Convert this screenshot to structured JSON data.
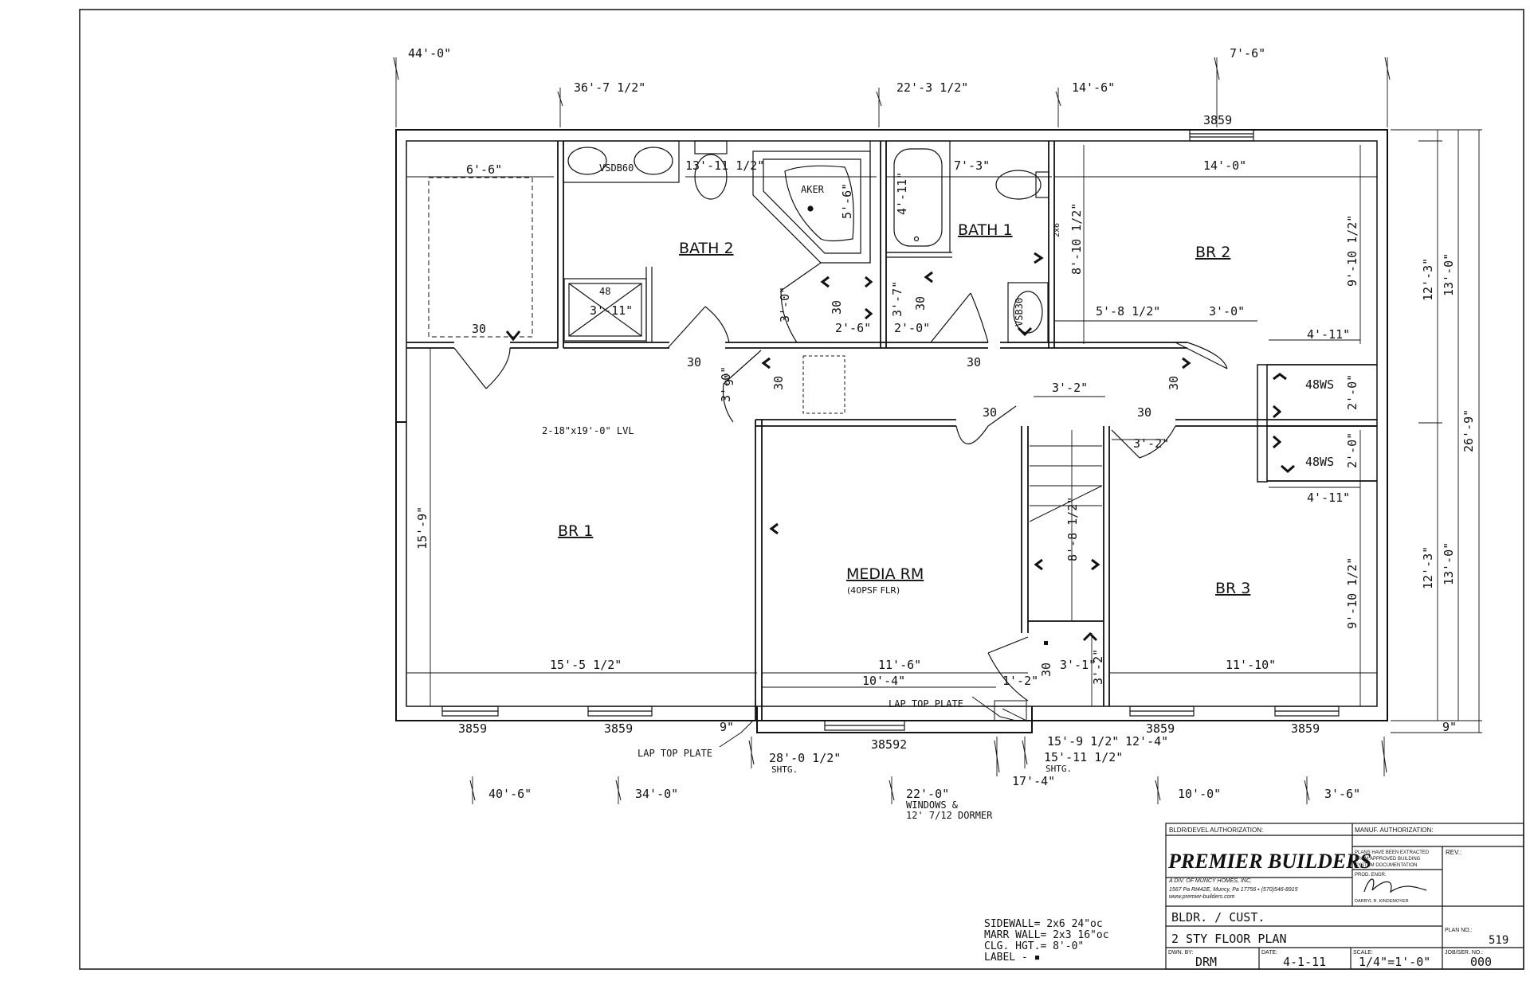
{
  "top_dims": {
    "d1": "44'-0\"",
    "d2": "7'-6\"",
    "d3": "36'-7 1/2\"",
    "d4": "22'-3 1/2\"",
    "d5": "14'-6\""
  },
  "bottom_dims": {
    "d1": "40'-6\"",
    "d2": "34'-0\"",
    "d3": "22'-0\"",
    "d3_note1": "WINDOWS &",
    "d3_note2": "12' 7/12 DORMER",
    "d4": "17'-4\"",
    "d5": "10'-0\"",
    "d6": "3'-6\"",
    "shtg1": "28'-0 1/2\"",
    "shtg1_note": "SHTG.",
    "shtg2a": "15'-9 1/2\"",
    "shtg2b": "15'-11 1/2\"",
    "shtg2_note": "SHTG.",
    "d7": "12'-4\""
  },
  "right_dims": {
    "r1": "12'-3\"",
    "r2": "13'-0\"",
    "r3": "26'-9\"",
    "r4": "12'-3\"",
    "r5": "13'-0\"",
    "r6": "9\""
  },
  "rooms": {
    "bath2": "BATH 2",
    "bath1": "BATH 1",
    "br2": "BR 2",
    "br1": "BR 1",
    "br3": "BR 3",
    "media": "MEDIA RM",
    "media_sub": "(40PSF FLR)"
  },
  "fixtures": {
    "vsdb60": "VSDB60",
    "aker": "AKER",
    "shower": "48",
    "vsb30": "VSB30",
    "ws1": "48WS",
    "ws2": "48WS",
    "lvl": "2-18\"x19'-0\" LVL",
    "x26": "2x6"
  },
  "windows": {
    "w_top": "3859",
    "w_b1": "3859",
    "w_b2": "3859",
    "w_b3": "38592",
    "w_b4": "3859",
    "w_b5": "3859"
  },
  "interior_dims": {
    "a": "6'-6\"",
    "b": "13'-11 1/2\"",
    "c": "5'-6\"",
    "d": "4'-11\"",
    "e": "7'-3\"",
    "f": "14'-0\"",
    "g": "3'-11\"",
    "h": "8'-10 1/2\"",
    "i": "9'-10 1/2\"",
    "j": "5'-8 1/2\"",
    "k": "3'-0\"",
    "l": "2'-6\"",
    "m": "2'-0\"",
    "n": "3'-0\"",
    "o": "3'-7\"",
    "p": "4'-11\"",
    "q": "3'-2\"",
    "r": "2'-0\"",
    "s": "3'-2\"",
    "t": "2'-0\"",
    "u": "4'-11\"",
    "v": "3'-0\"",
    "w": "15'-9\"",
    "x": "8'-8 1/2\"",
    "y": "9'-10 1/2\"",
    "z": "15'-5 1/2\"",
    "aa": "11'-6\"",
    "bb": "10'-4\"",
    "cc": "1'-2\"",
    "dd": "3'-1\"",
    "ee": "3'-2\"",
    "ff": "11'-10\"",
    "gg": "9\"",
    "hh": "9\""
  },
  "door_labels": {
    "d1": "30",
    "d2": "30",
    "d3": "30",
    "d4": "30",
    "d5": "30",
    "d6": "30",
    "d7": "30",
    "d8": "30",
    "d9": "30",
    "d10": "30",
    "d11": "30",
    "d12": "30"
  },
  "notes": {
    "lap1": "LAP TOP PLATE",
    "lap2": "LAP TOP PLATE"
  },
  "legend": {
    "sidewall": "SIDEWALL=  2x6 24\"oc",
    "marr": "MARR WALL= 2x3 16\"oc",
    "clg": "CLG. HGT.=  8'-0\"",
    "label": "LABEL - ▪"
  },
  "title_block": {
    "bldr_auth": "BLDR/DEVEL AUTHORIZATION:",
    "manuf_auth": "MANUF. AUTHORIZATION:",
    "company": "PREMIER BUILDERS",
    "division": "A DIV. OF MUNCY HOMES, INC.",
    "address": "1567 Pa Rt442E, Muncy, Pa 17756 ▪ (570)546-8915",
    "website": "www.premier-builders.com",
    "extract_note1": "PLANS HAVE BEEN EXTRACTED",
    "extract_note2": "FROM APPROVED BUILDING",
    "extract_note3": "SYSTEM DOCUMENTATION",
    "prod_engr": "PROD. ENGR.",
    "engineer": "DARRYL R. KINDEMOYER",
    "rev_label": "REV.:",
    "customer": "BLDR. / CUST.",
    "plan_title": "2 STY FLOOR PLAN",
    "plan_no_label": "PLAN NO.:",
    "plan_no": "519",
    "dwn_label": "DWN. BY:",
    "dwn": "DRM",
    "date_label": "DATE:",
    "date": "4-1-11",
    "scale_label": "SCALE:",
    "scale": "1/4\"=1'-0\"",
    "job_label": "JOB/SER. NO.:",
    "job": "000"
  }
}
